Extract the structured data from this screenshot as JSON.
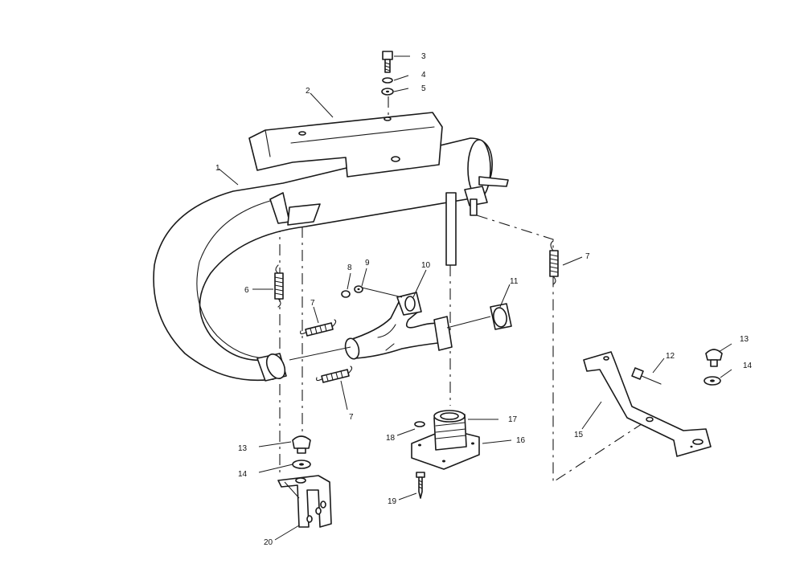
{
  "diagram": {
    "callouts": {
      "c1": "1",
      "c2": "2",
      "c3": "3",
      "c4": "4",
      "c5": "5",
      "c6": "6",
      "c7a": "7",
      "c7b": "7",
      "c7c": "7",
      "c8": "8",
      "c9": "9",
      "c10": "10",
      "c11": "11",
      "c12": "12",
      "c13a": "13",
      "c13b": "13",
      "c14a": "14",
      "c14b": "14",
      "c15": "15",
      "c16": "16",
      "c17": "17",
      "c18": "18",
      "c19": "19",
      "c20": "20"
    }
  }
}
